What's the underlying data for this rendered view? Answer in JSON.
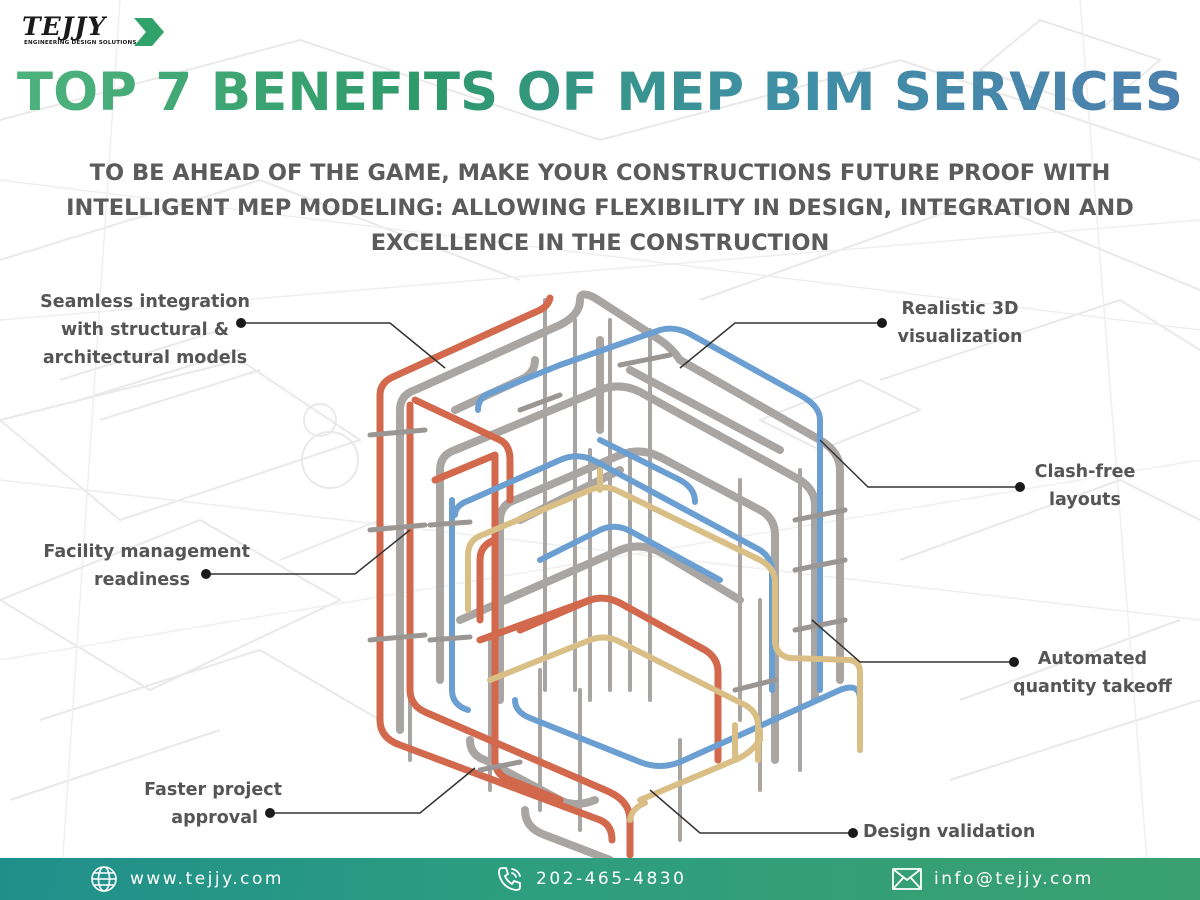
{
  "brand": {
    "name": "TEJJY",
    "tagline": "ENGINEERING DESIGN SOLUTIONS",
    "accent_color": "#2fa36b"
  },
  "title": "TOP 7 BENEFITS OF MEP BIM SERVICES",
  "subtitle": "TO BE AHEAD OF THE GAME, MAKE YOUR CONSTRUCTIONS FUTURE PROOF WITH INTELLIGENT MEP MODELING: ALLOWING FLEXIBILITY IN DESIGN, INTEGRATION AND EXCELLENCE IN THE CONSTRUCTION",
  "benefits": [
    {
      "line1": "Seamless integration",
      "line2": "with structural &",
      "line3": "architectural models"
    },
    {
      "line1": "Facility management",
      "line2": "readiness"
    },
    {
      "line1": "Faster project",
      "line2": "approval"
    },
    {
      "line1": "Realistic 3D",
      "line2": "visualization"
    },
    {
      "line1": "Clash-free",
      "line2": "layouts"
    },
    {
      "line1": "Automated",
      "line2": "quantity takeoff"
    },
    {
      "line1": "Design validation"
    }
  ],
  "footer": {
    "website": "www.tejjy.com",
    "phone": "202-465-4830",
    "email": "info@tejjy.com",
    "icons": [
      "globe-icon",
      "phone-icon",
      "mail-icon"
    ],
    "gradient": [
      "#1f8f8c",
      "#3aa06f"
    ]
  },
  "colors": {
    "pipe_red": "#d2694d",
    "pipe_gray": "#a9a5a2",
    "pipe_blue": "#6b9fd2",
    "pipe_yellow": "#d9bf86",
    "text_gray": "#555555"
  }
}
